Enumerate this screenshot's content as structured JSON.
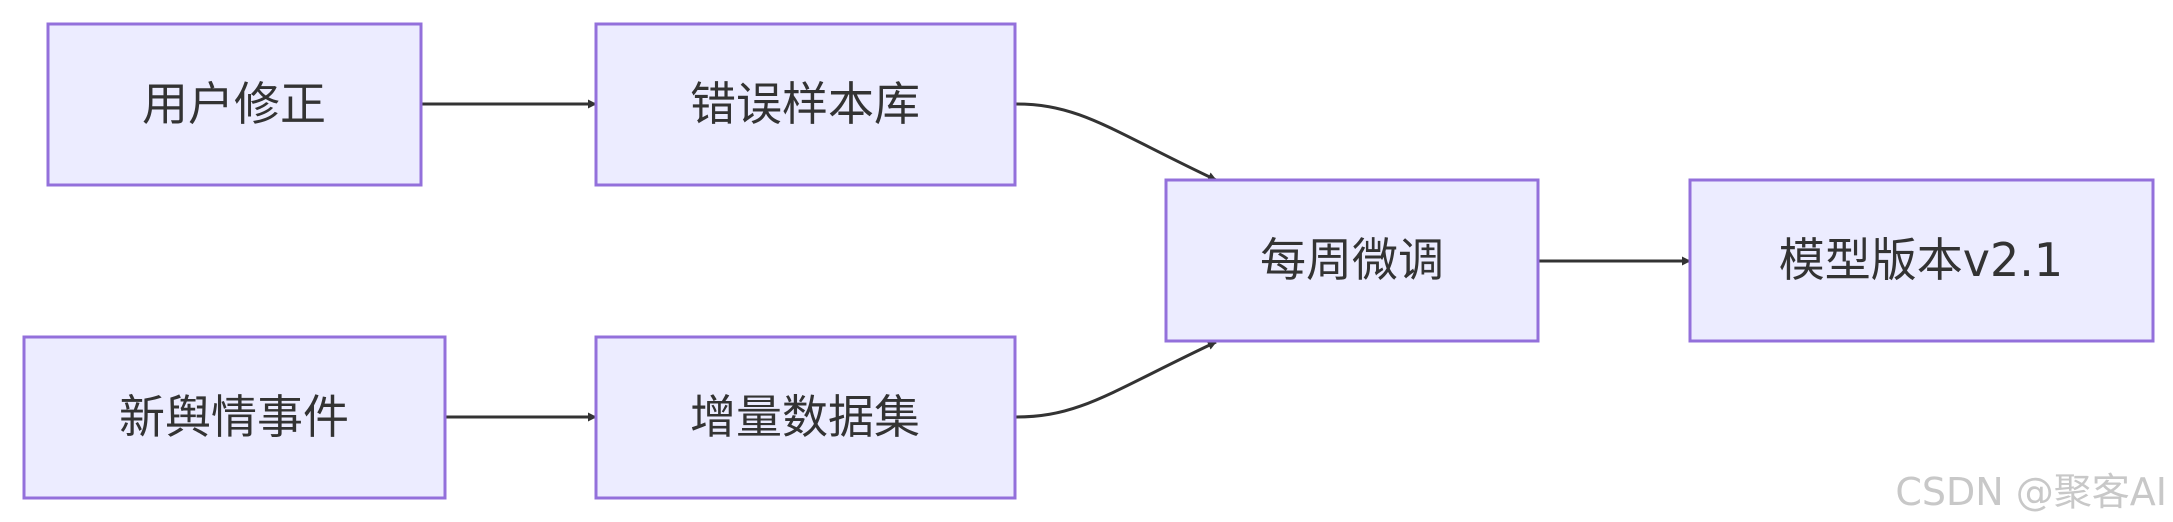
{
  "diagram": {
    "nodes": [
      {
        "id": "user_fix",
        "label": "用户修正"
      },
      {
        "id": "error_lib",
        "label": "错误样本库"
      },
      {
        "id": "new_event",
        "label": "新舆情事件"
      },
      {
        "id": "incr_data",
        "label": "增量数据集"
      },
      {
        "id": "weekly_ft",
        "label": "每周微调"
      },
      {
        "id": "model_ver",
        "label": "模型版本v2.1"
      }
    ],
    "edges": [
      {
        "from": "user_fix",
        "to": "error_lib"
      },
      {
        "from": "new_event",
        "to": "incr_data"
      },
      {
        "from": "error_lib",
        "to": "weekly_ft"
      },
      {
        "from": "incr_data",
        "to": "weekly_ft"
      },
      {
        "from": "weekly_ft",
        "to": "model_ver"
      }
    ]
  },
  "watermark": "CSDN @聚客AI",
  "colors": {
    "node_fill": "#ECECFF",
    "node_border": "#9370DB",
    "edge": "#333333",
    "text": "#333333"
  }
}
